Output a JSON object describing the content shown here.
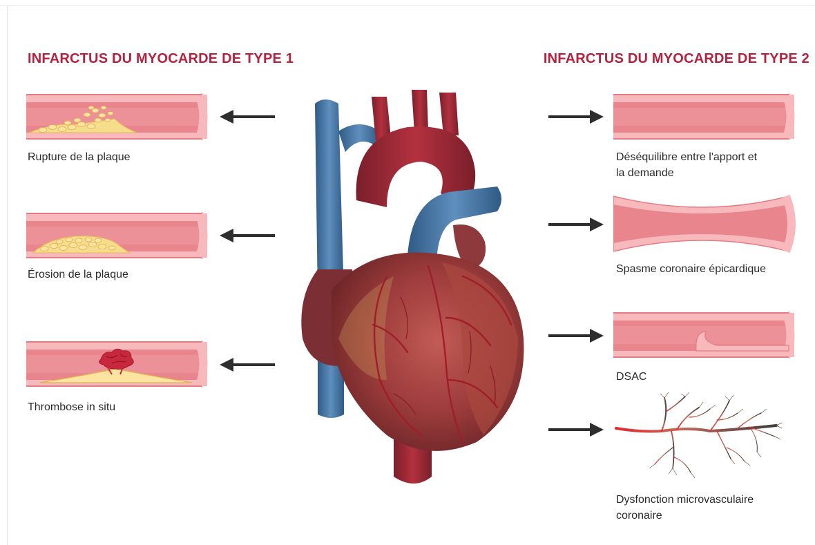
{
  "type1": {
    "title": "INFARCTUS DU MYOCARDE DE TYPE 1",
    "items": [
      {
        "label": "Rupture de la plaque"
      },
      {
        "label": "Érosion de la plaque"
      },
      {
        "label": "Thrombose in situ"
      }
    ]
  },
  "type2": {
    "title": "INFARCTUS DU MYOCARDE DE TYPE 2",
    "items": [
      {
        "line1": "Déséquilibre entre l'apport et",
        "line2": "la demande"
      },
      {
        "line1": "Spasme coronaire épicardique"
      },
      {
        "line1": "DSAC"
      },
      {
        "line1": "Dysfonction microvasculaire",
        "line2": "coronaire"
      }
    ]
  },
  "colors": {
    "title": "#b5223f",
    "vessel_wall": "#f0a4a7",
    "vessel_lumen": "#e06f79",
    "plaque": "#f6dd8b",
    "arrow": "#2e2e2e"
  }
}
